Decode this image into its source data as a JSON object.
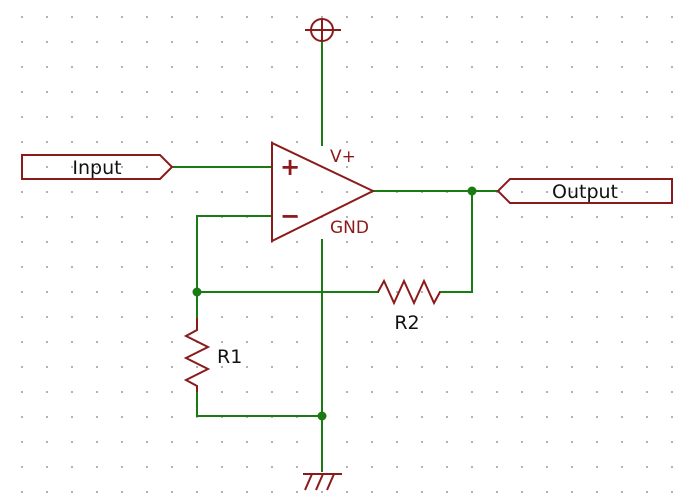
{
  "schematic": {
    "input_port": {
      "label": "Input"
    },
    "output_port": {
      "label": "Output"
    },
    "opamp": {
      "plus_sign": "+",
      "minus_sign": "−",
      "vplus_label": "V+",
      "gnd_label": "GND"
    },
    "r1": {
      "label": "R1"
    },
    "r2": {
      "label": "R2"
    }
  },
  "colors": {
    "wire": "#1a7a14",
    "component": "#8b1a1a",
    "grid_dot": "#9a9a9a",
    "background": "#ffffff"
  },
  "grid": {
    "visible": true
  }
}
